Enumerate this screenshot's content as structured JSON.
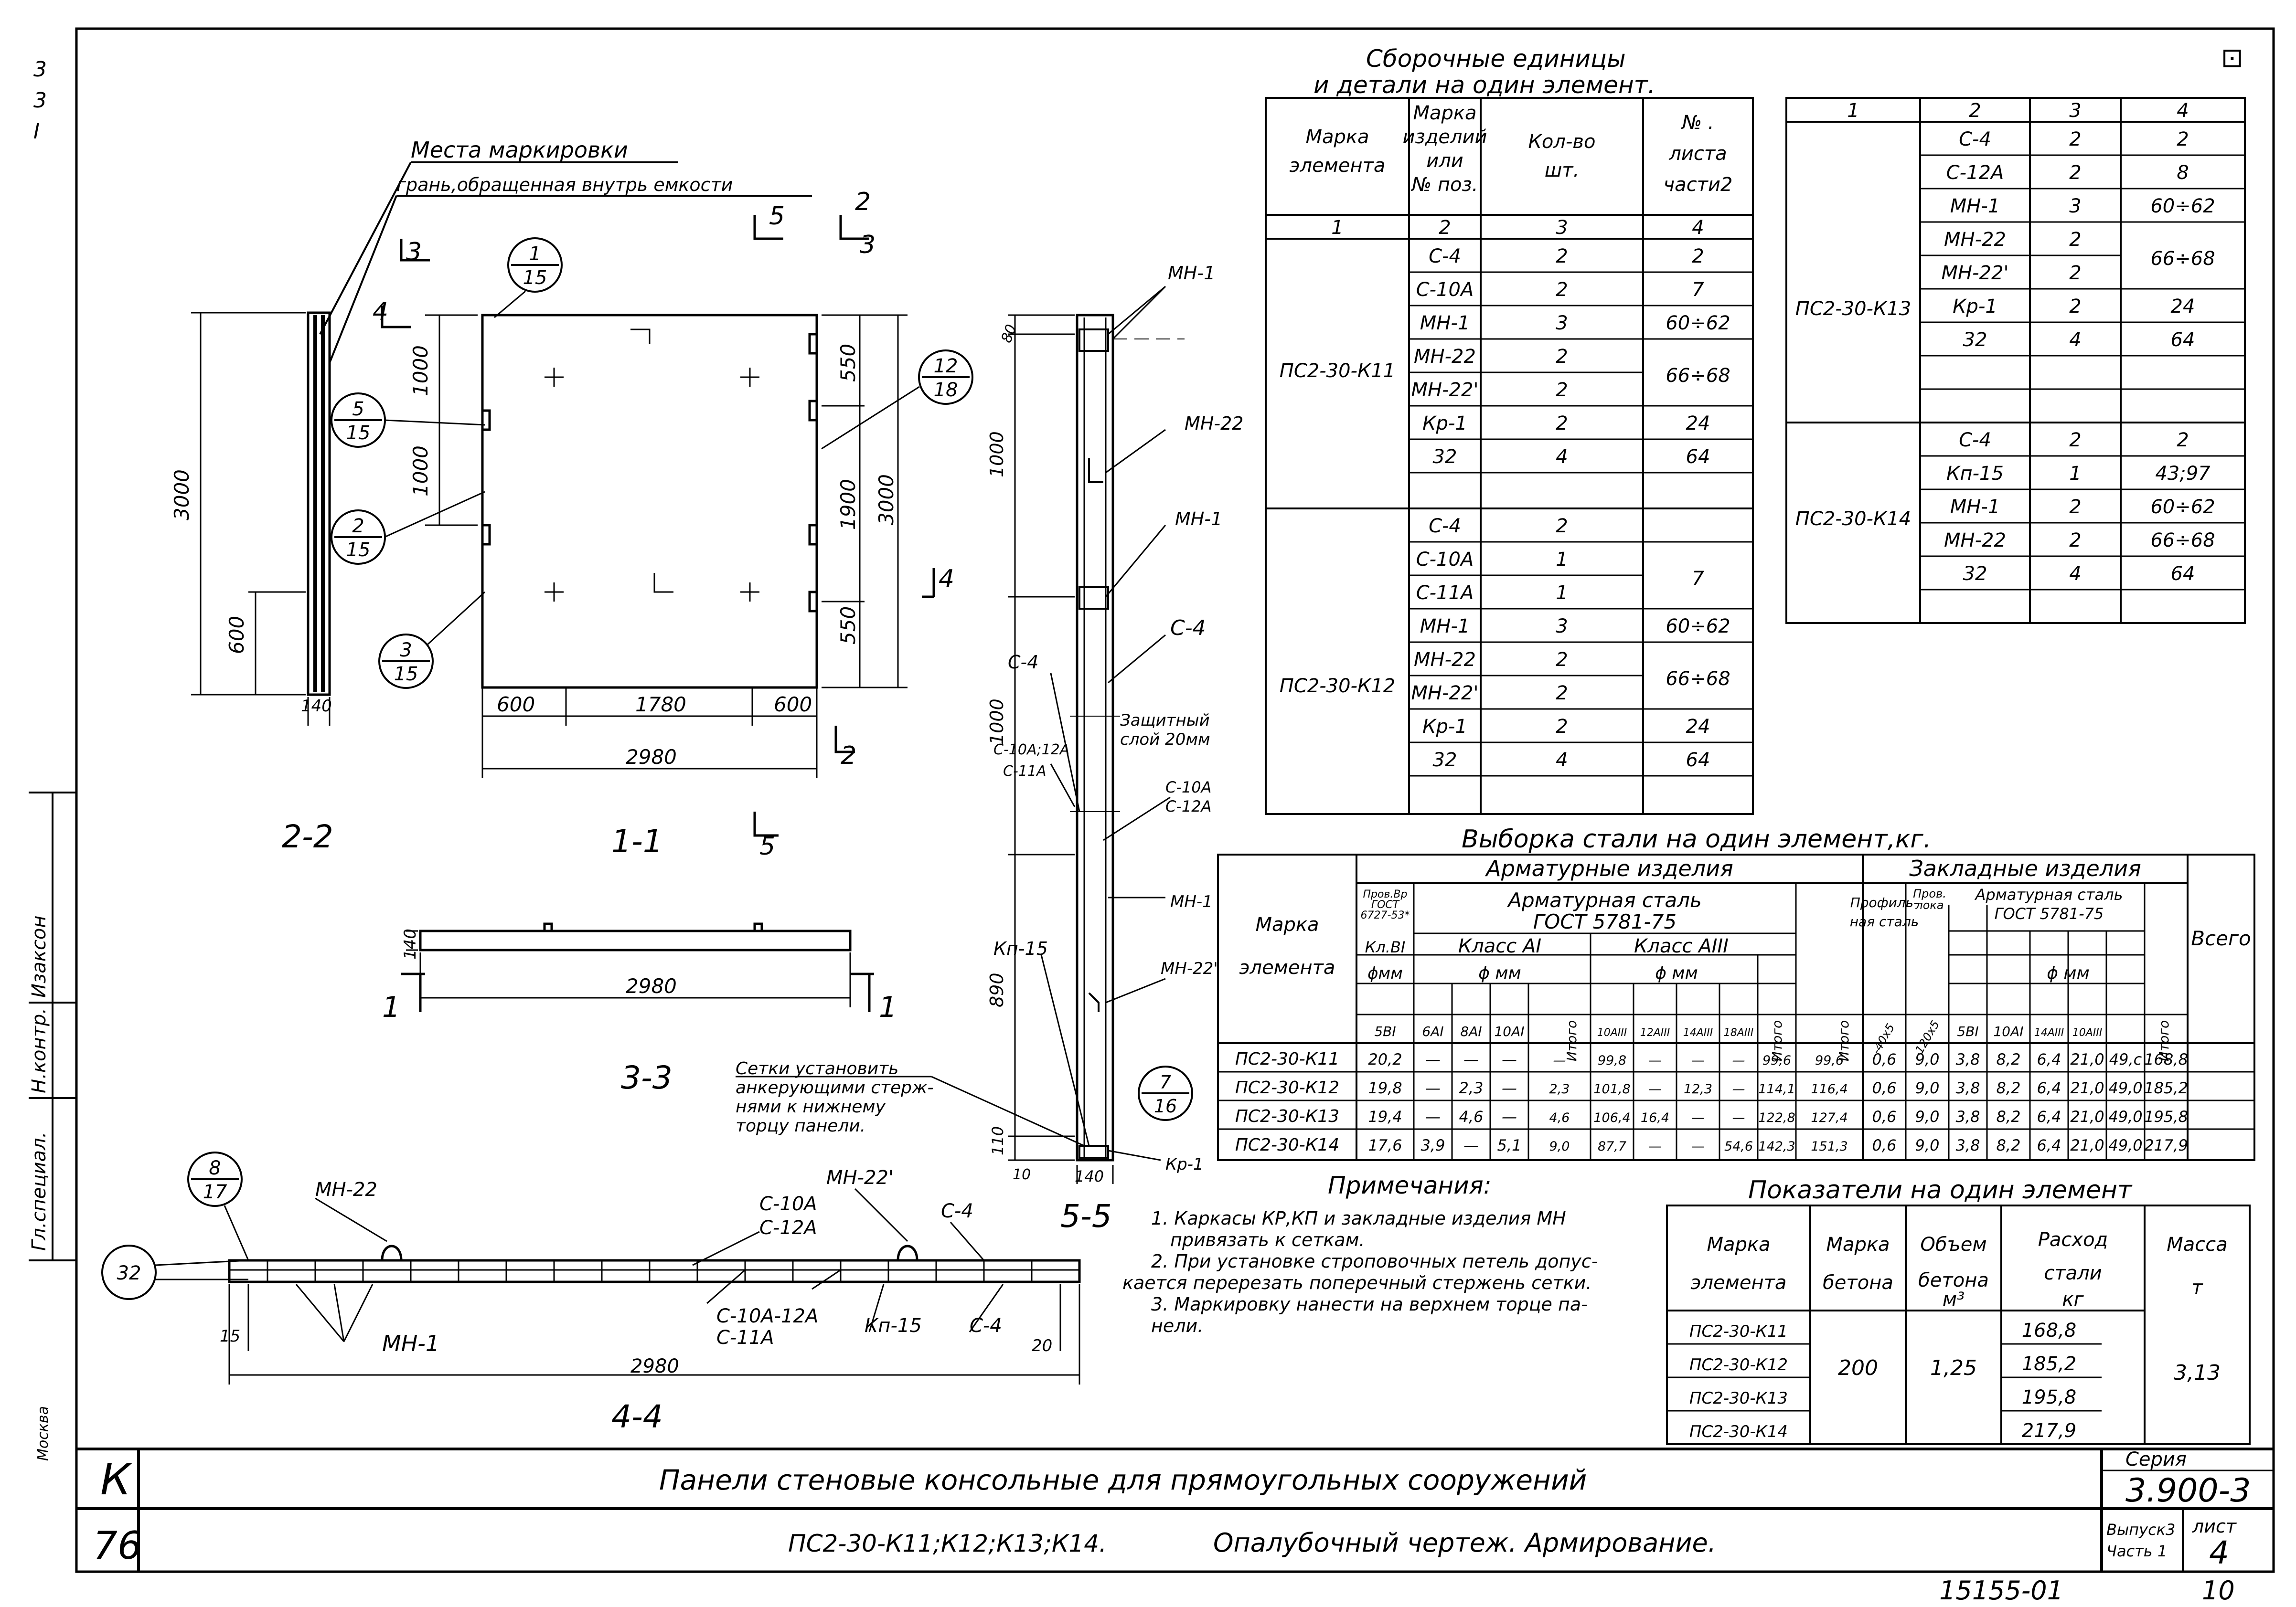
{
  "margin_left": {
    "top_marks": [
      "3",
      "3",
      "I"
    ],
    "sidebar": [
      "Гл.специал.",
      "Н.контр.",
      "Изаксон"
    ],
    "mark": "Москва"
  },
  "top_right_mark": "⊡",
  "drawings": {
    "marking_title": "Места маркировки",
    "marking_sub": "грань,обращенная внутрь емкости",
    "view_2_2": "2-2",
    "view_1_1": "1-1",
    "view_3_3": "3-3",
    "view_4_4": "4-4",
    "view_5_5": "5-5",
    "cut_labels": [
      "3",
      "4",
      "5",
      "2",
      "3",
      "4",
      "2",
      "5",
      "1",
      "1"
    ],
    "callouts": [
      {
        "top": "1",
        "bottom": "15"
      },
      {
        "top": "5",
        "bottom": "15"
      },
      {
        "top": "2",
        "bottom": "15"
      },
      {
        "top": "3",
        "bottom": "15"
      },
      {
        "top": "12",
        "bottom": "18"
      },
      {
        "top": "7",
        "bottom": "16"
      },
      {
        "top": "8",
        "bottom": "17"
      },
      {
        "top": "32",
        "bottom": ""
      }
    ],
    "dims_1_1": {
      "d3000": "3000",
      "d600": "600",
      "d140": "140",
      "d1000a": "1000",
      "d1000b": "1000",
      "d550a": "550",
      "d1900": "1900",
      "d3000r": "3000",
      "d550b": "550",
      "w600a": "600",
      "w1780": "1780",
      "w600b": "600",
      "w2980": "2980"
    },
    "dims_3_3": {
      "w2980": "2980",
      "h140": "140"
    },
    "dims_4_4": {
      "w2980": "2980",
      "d15": "15",
      "d20": "20"
    },
    "dims_5_5": {
      "d80": "80",
      "d1000a": "1000",
      "d1000b": "1000",
      "d890": "890",
      "d110": "110",
      "d10": "10",
      "d140": "140"
    },
    "labels_5_5": [
      "МН-1",
      "МН-22",
      "МН-1",
      "С-4",
      "С-4",
      "С-10А;12А",
      "С-11А",
      "С-10А",
      "С-12А",
      "МН-1",
      "Кп-15",
      "МН-22'",
      "Кр-1"
    ],
    "protective_layer": [
      "Защитный",
      "слой 20мм"
    ],
    "labels_4_4": [
      "МН-22",
      "МН-22'",
      "С-10А",
      "С-12А",
      "С-4",
      "С-10А-12А",
      "С-11А",
      "Кп-15",
      "С-4",
      "МН-1"
    ],
    "mesh_note": [
      "Сетки установить",
      "анкерующими стерж-",
      "нями к нижнему",
      "торцу панели."
    ]
  },
  "assembly": {
    "title_line1": "Сборочные единицы",
    "title_line2": "и детали на один элемент.",
    "headers": [
      "Марка элемента",
      "Марка изделий или № поз.",
      "Кол-во шт.",
      "№ листа части2"
    ],
    "numbers": [
      "1",
      "2",
      "3",
      "4"
    ],
    "groups": [
      {
        "mark": "ПС2-30-К11",
        "rows": [
          [
            "С-4",
            "2",
            "2"
          ],
          [
            "С-10А",
            "2",
            "7"
          ],
          [
            "МН-1",
            "3",
            "60÷62"
          ],
          [
            "МН-22",
            "2",
            "66÷68"
          ],
          [
            "МН-22'",
            "2",
            ""
          ],
          [
            "Кр-1",
            "2",
            "24"
          ],
          [
            "32",
            "4",
            "64"
          ]
        ]
      },
      {
        "mark": "ПС2-30-К12",
        "rows": [
          [
            "С-4",
            "2",
            ""
          ],
          [
            "С-10А",
            "1",
            "7"
          ],
          [
            "С-11А",
            "1",
            ""
          ],
          [
            "МН-1",
            "3",
            "60÷62"
          ],
          [
            "МН-22",
            "2",
            "66÷68"
          ],
          [
            "МН-22'",
            "2",
            ""
          ],
          [
            "Кр-1",
            "2",
            "24"
          ],
          [
            "32",
            "4",
            "64"
          ]
        ]
      }
    ]
  },
  "assembly2": {
    "numbers": [
      "1",
      "2",
      "3",
      "4"
    ],
    "groups": [
      {
        "mark": "ПС2-30-К13",
        "rows": [
          [
            "С-4",
            "2",
            "2"
          ],
          [
            "С-12А",
            "2",
            "8"
          ],
          [
            "МН-1",
            "3",
            "60÷62"
          ],
          [
            "МН-22",
            "2",
            "66÷68"
          ],
          [
            "МН-22'",
            "2",
            ""
          ],
          [
            "Кр-1",
            "2",
            "24"
          ],
          [
            "32",
            "4",
            "64"
          ]
        ]
      },
      {
        "mark": "ПС2-30-К14",
        "rows": [
          [
            "С-4",
            "2",
            "2"
          ],
          [
            "Кп-15",
            "1",
            "43;97"
          ],
          [
            "МН-1",
            "2",
            "60÷62"
          ],
          [
            "МН-22",
            "2",
            "66÷68"
          ],
          [
            "32",
            "4",
            "64"
          ]
        ]
      }
    ]
  },
  "steel": {
    "title": "Выборка стали на один элемент,кг.",
    "h_mark": "Марка элемента",
    "h_armatura": "Арматурные изделия",
    "h_embedded": "Закладные изделия",
    "h_total": "Всего",
    "h_wire": "Пров.Вр ГОСТ 6727-53*",
    "h_rebar": "Арматурная сталь ГОСТ 5781-75",
    "h_profile": "Профильная сталь",
    "h_wire2": "Пров. лока",
    "h_rebar2": "Арматурная сталь ГОСТ 5781-75",
    "h_kl_bi": "Кл.BI",
    "h_class_ai": "Класс АI",
    "h_class_aiii": "Класс АIII",
    "h_phi": "ϕмм",
    "h_phi_mm": "ϕ мм",
    "h_itogo": "Итого",
    "sub_cols": [
      "5BI",
      "6AI",
      "8AI",
      "10AI",
      "10AIII",
      "12AIII",
      "14AIII",
      "18AIII",
      "-40х5",
      "-120х5",
      "5BI",
      "10AI",
      "14AIII",
      "10AIII"
    ],
    "rows": [
      {
        "mark": "ПС2-30-К11",
        "v": [
          "20,2",
          "—",
          "—",
          "—",
          "—",
          "99,8",
          "—",
          "—",
          "—",
          "99,6",
          "99,6",
          "0,6",
          "9,0",
          "3,8",
          "8,2",
          "6,4",
          "21,0",
          "49,с",
          "168,8"
        ]
      },
      {
        "mark": "ПС2-30-К12",
        "v": [
          "19,8",
          "—",
          "2,3",
          "—",
          "2,3",
          "101,8",
          "—",
          "12,3",
          "—",
          "114,1",
          "116,4",
          "0,6",
          "9,0",
          "3,8",
          "8,2",
          "6,4",
          "21,0",
          "49,0",
          "185,2"
        ]
      },
      {
        "mark": "ПС2-30-К13",
        "v": [
          "19,4",
          "—",
          "4,6",
          "—",
          "4,6",
          "106,4",
          "16,4",
          "—",
          "—",
          "122,8",
          "127,4",
          "0,6",
          "9,0",
          "3,8",
          "8,2",
          "6,4",
          "21,0",
          "49,0",
          "195,8"
        ]
      },
      {
        "mark": "ПС2-30-К14",
        "v": [
          "17,6",
          "3,9",
          "—",
          "5,1",
          "9,0",
          "87,7",
          "—",
          "—",
          "54,6",
          "142,3",
          "151,3",
          "0,6",
          "9,0",
          "3,8",
          "8,2",
          "6,4",
          "21,0",
          "49,0",
          "217,9"
        ]
      }
    ]
  },
  "notes": {
    "title": "Примечания:",
    "lines": [
      "1. Каркасы КР,КП и закладные изделия МН",
      "привязать к сеткам.",
      "2. При установке строповочных петель допус-",
      "кается перерезать поперечный стержень сетки.",
      "3. Маркировку нанести на верхнем торце па-",
      "нели."
    ]
  },
  "indicators": {
    "title": "Показатели на один элемент",
    "headers": [
      "Марка элемента",
      "Марка бетона",
      "Объем бетона м³",
      "Расход стали кг",
      "Масса т"
    ],
    "marks": [
      "ПС2-30-К11",
      "ПС2-30-К12",
      "ПС2-30-К13",
      "ПС2-30-К14"
    ],
    "steel": [
      "168,8",
      "185,2",
      "195,8",
      "217,9"
    ],
    "concrete": "200",
    "volume": "1,25",
    "mass": "3,13"
  },
  "title_block": {
    "left_top": "К",
    "left_bottom": "76",
    "title1": "Панели стеновые консольные для прямоугольных сооружений",
    "title2a": "ПС2-30-К11;К12;К13;К14.",
    "title2b": "Опалубочный чертеж. Армирование.",
    "series_label": "Серия",
    "series": "3.900-3",
    "issue": "Выпуск3",
    "part": "Часть 1",
    "sheet_label": "лист",
    "sheet": "4",
    "number": "15155-01",
    "page": "10"
  }
}
